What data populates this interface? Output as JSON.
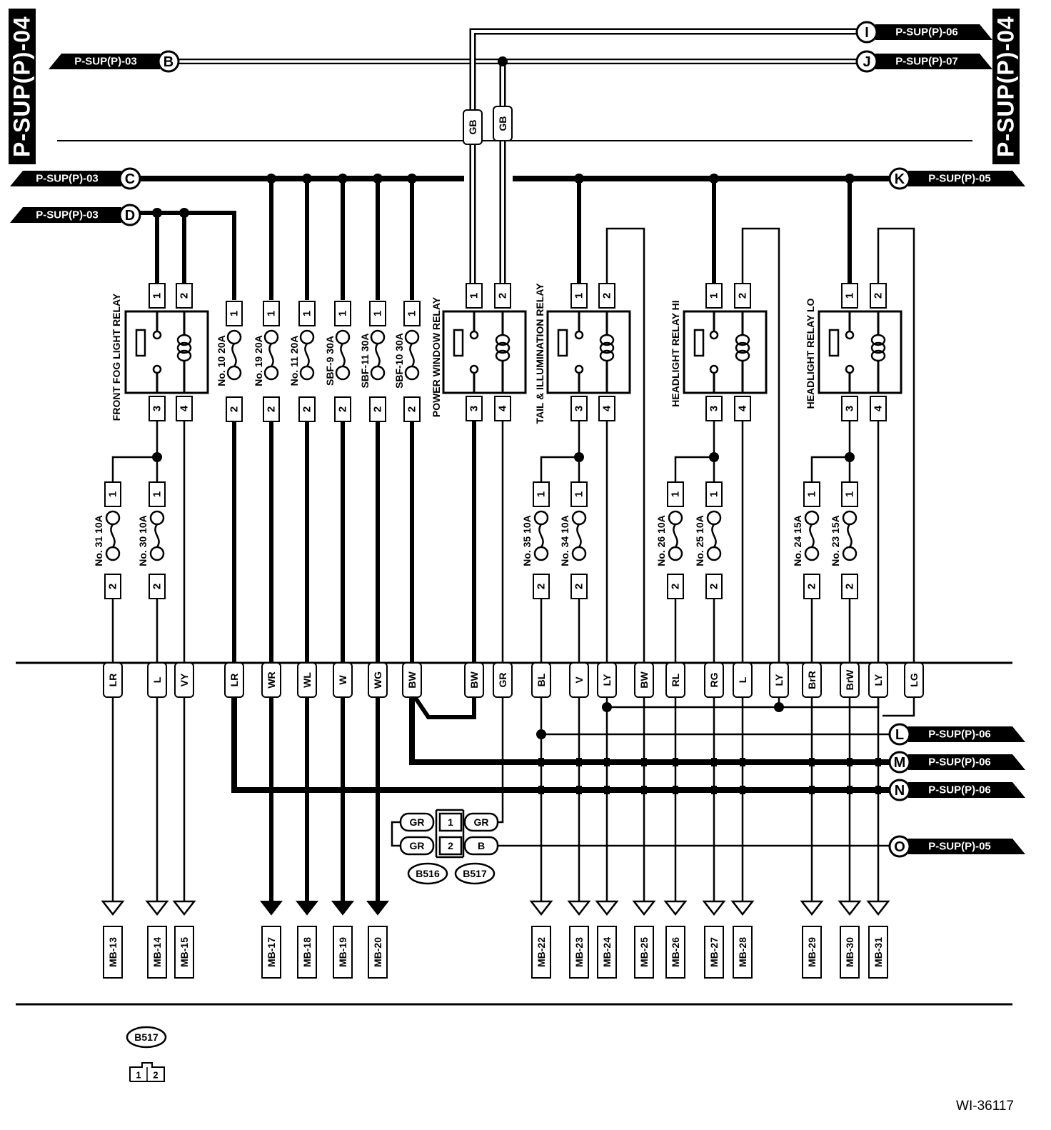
{
  "page_label": "P-SUP(P)-04",
  "reference_code": "WI-36117",
  "connectors_in": [
    {
      "letter": "B",
      "ref": "P-SUP(P)-03"
    },
    {
      "letter": "C",
      "ref": "P-SUP(P)-03"
    },
    {
      "letter": "D",
      "ref": "P-SUP(P)-03"
    }
  ],
  "connectors_out": [
    {
      "letter": "I",
      "ref": "P-SUP(P)-06"
    },
    {
      "letter": "J",
      "ref": "P-SUP(P)-07"
    },
    {
      "letter": "K",
      "ref": "P-SUP(P)-05"
    },
    {
      "letter": "L",
      "ref": "P-SUP(P)-06"
    },
    {
      "letter": "M",
      "ref": "P-SUP(P)-06"
    },
    {
      "letter": "N",
      "ref": "P-SUP(P)-06"
    },
    {
      "letter": "O",
      "ref": "P-SUP(P)-05"
    }
  ],
  "relays": [
    "FRONT FOG LIGHT RELAY",
    "POWER WINDOW RELAY",
    "TAIL & ILLUMINATION RELAY",
    "HEADLIGHT RELAY HI",
    "HEADLIGHT RELAY LO"
  ],
  "relay_terminals": [
    "1",
    "2",
    "3",
    "4"
  ],
  "fuses_upper": [
    "No. 10 20A",
    "No. 19 20A",
    "No. 11 20A",
    "SBF-9 30A",
    "SBF-11 30A",
    "SBF-10 30A"
  ],
  "fuses_lower": [
    "No. 31 10A",
    "No. 30 10A",
    "No. 35 10A",
    "No. 34 10A",
    "No. 26 10A",
    "No. 25 10A",
    "No. 24 15A",
    "No. 23 15A"
  ],
  "fuse_terminals": [
    "1",
    "2"
  ],
  "riser_wire_colors": [
    "GB",
    "GB"
  ],
  "wire_colors": [
    "LR",
    "L",
    "VY",
    "LR",
    "WR",
    "WL",
    "W",
    "WG",
    "BW",
    "BW",
    "GR",
    "BL",
    "V",
    "LY",
    "BW",
    "RL",
    "RG",
    "L",
    "LY",
    "BrR",
    "BrW",
    "LY",
    "LG"
  ],
  "splice_connector": {
    "pins": [
      "1",
      "2"
    ],
    "left_wires": [
      "GR",
      "GR"
    ],
    "right_wires": [
      "GR",
      "B"
    ],
    "ids": [
      "B516",
      "B517"
    ]
  },
  "outputs": [
    "MB-13",
    "MB-14",
    "MB-15",
    "MB-17",
    "MB-18",
    "MB-19",
    "MB-20",
    "MB-22",
    "MB-23",
    "MB-24",
    "MB-25",
    "MB-26",
    "MB-27",
    "MB-28",
    "MB-29",
    "MB-30",
    "MB-31"
  ],
  "legend": {
    "connector_id": "B517",
    "pins": [
      "1",
      "2"
    ]
  }
}
